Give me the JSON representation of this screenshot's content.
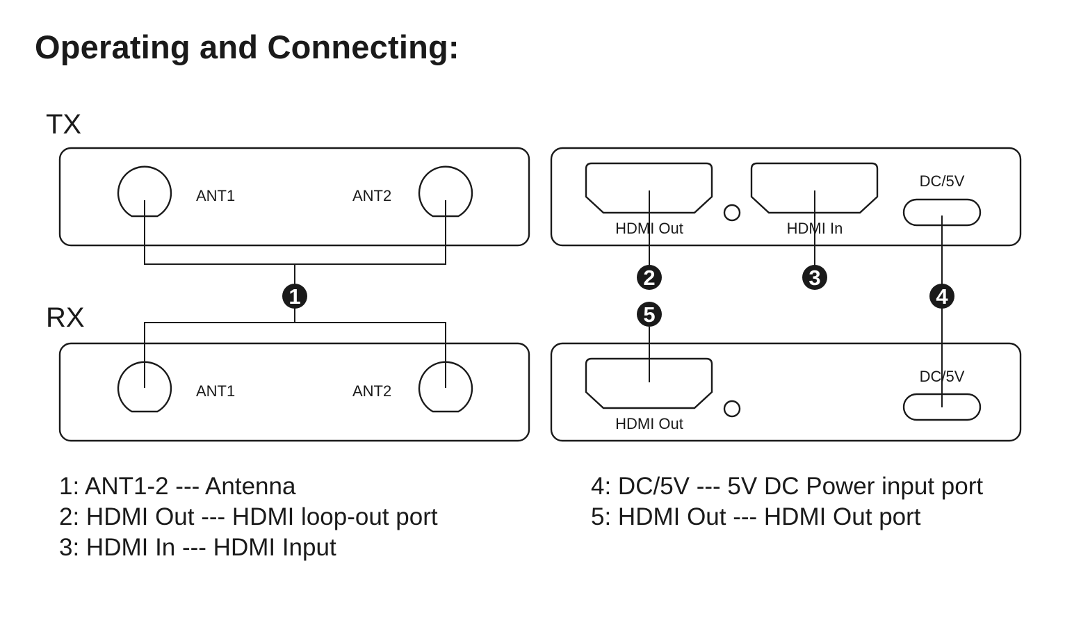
{
  "title": "Operating and Connecting:",
  "units": {
    "tx": "TX",
    "rx": "RX"
  },
  "ports": {
    "ant1": "ANT1",
    "ant2": "ANT2",
    "hdmi_out": "HDMI Out",
    "hdmi_in": "HDMI In",
    "dc5v": "DC/5V"
  },
  "badges": [
    "1",
    "2",
    "3",
    "4",
    "5"
  ],
  "legend": {
    "left": [
      "1: ANT1-2 --- Antenna",
      "2: HDMI Out --- HDMI loop-out port",
      "3: HDMI In --- HDMI Input"
    ],
    "right": [
      "4: DC/5V --- 5V DC Power input port",
      "5: HDMI Out --- HDMI Out port"
    ]
  }
}
